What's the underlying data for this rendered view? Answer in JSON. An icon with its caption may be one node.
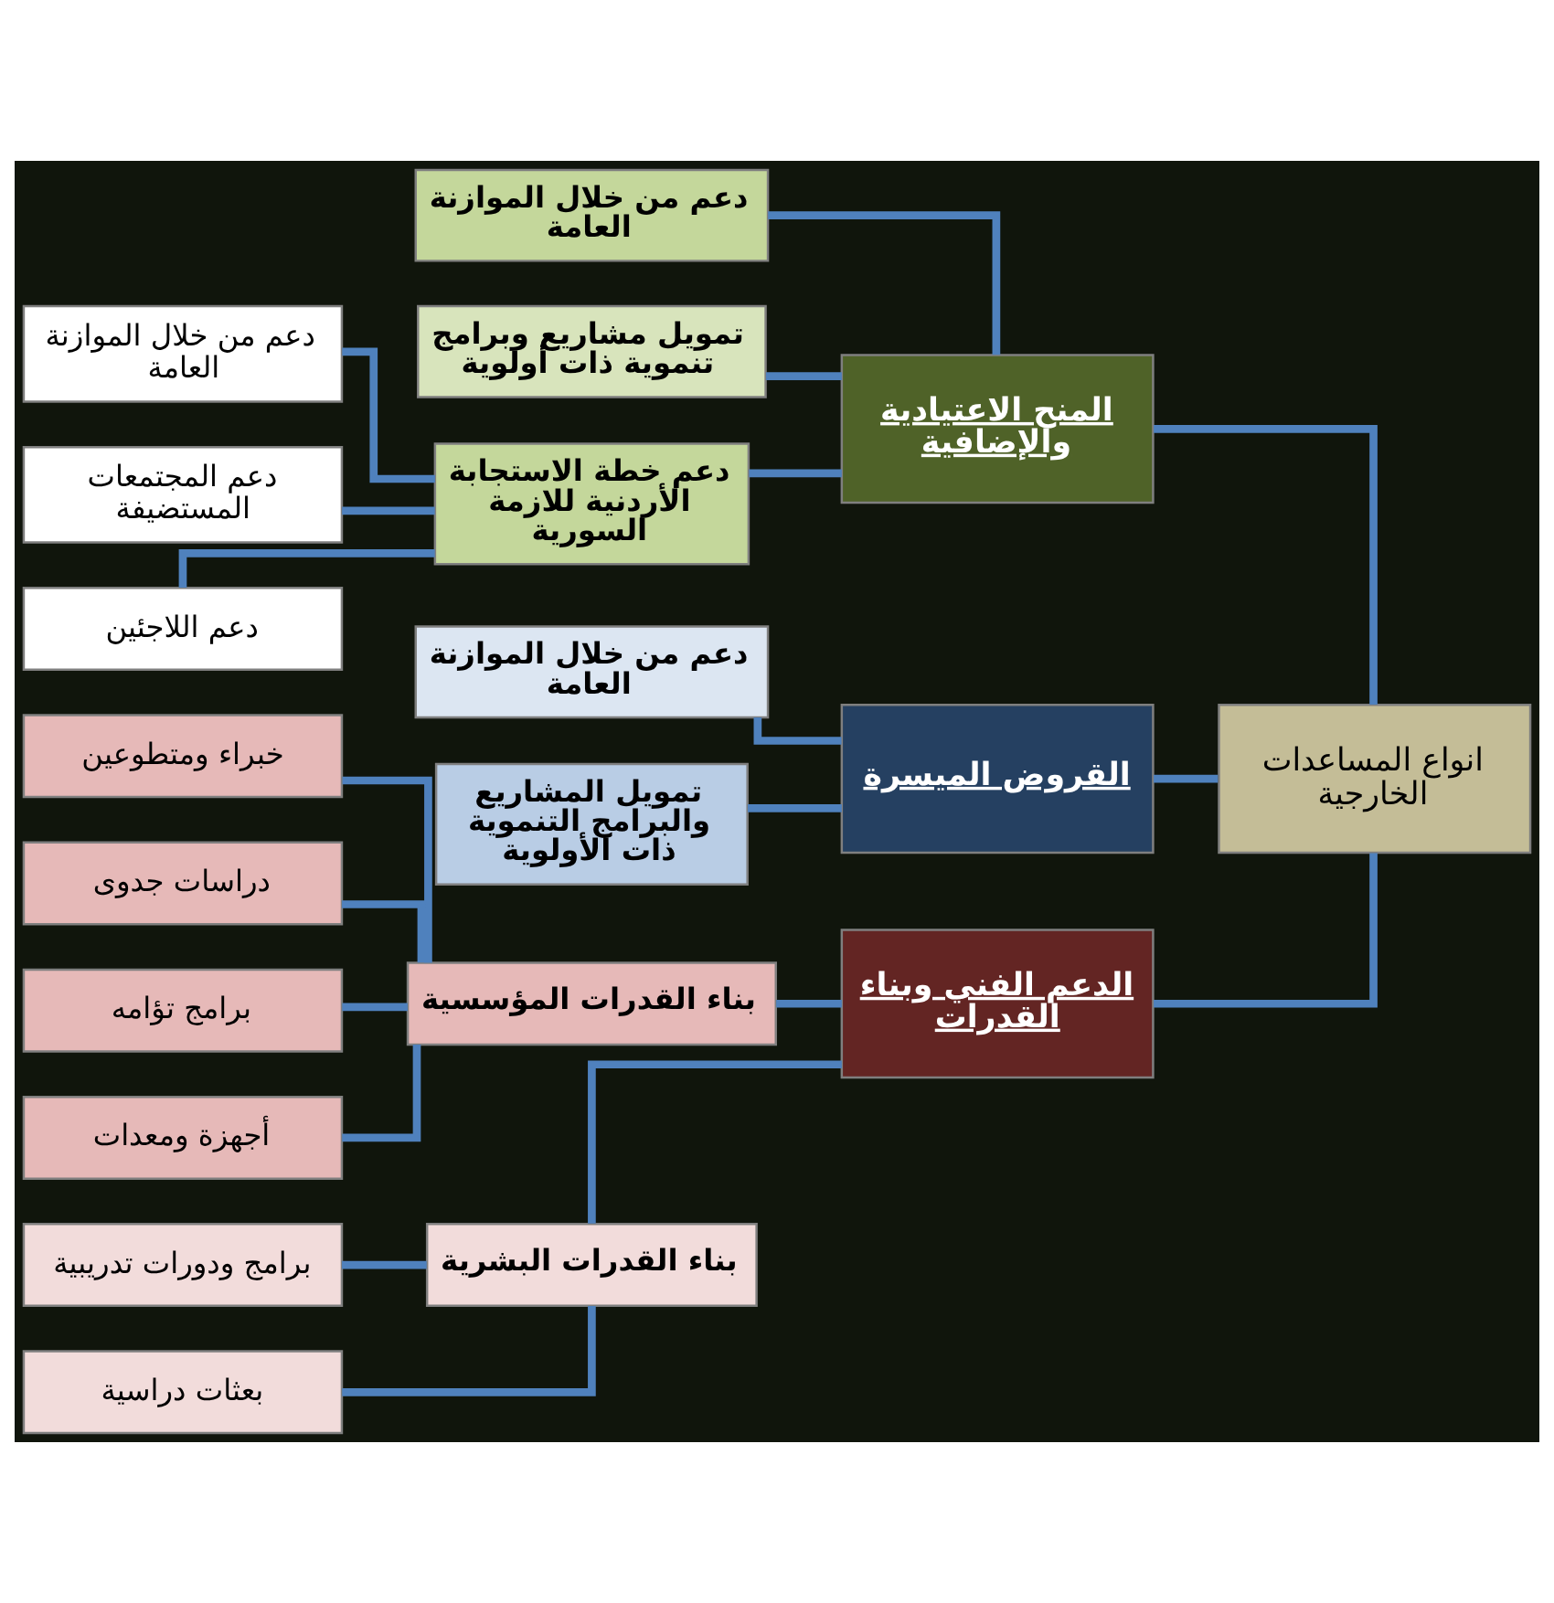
{
  "diagram": {
    "nodes": [
      {
        "text": [
          "انواع المساعدات الخارجية"
        ]
      },
      {
        "text": [
          "المنح الاعتيادية والإضافية"
        ]
      },
      {
        "text": [
          "دعم من خلال الموازنة العامة"
        ]
      },
      {
        "text": [
          "تمويل مشاريع وبرامج تنموية ذات أولوية"
        ]
      },
      {
        "text": [
          "دعم خطة الاستجابة الأردنية للازمة السورية"
        ]
      },
      {
        "text": [
          "دعم من خلال الموازنة العامة"
        ]
      },
      {
        "text": [
          "دعم المجتمعات المستضيفة"
        ]
      },
      {
        "text": [
          "دعم اللاجئين"
        ]
      },
      {
        "text": [
          "القروض الميسرة"
        ]
      },
      {
        "text": [
          "دعم من خلال الموازنة العامة"
        ]
      },
      {
        "text": [
          "تمويل المشاريع والبرامج التنموية ذات الأولوية"
        ]
      },
      {
        "text": [
          "الدعم الفني وبناء القدرات"
        ]
      },
      {
        "text": [
          "بناء القدرات المؤسسية"
        ]
      },
      {
        "text": [
          "خبراء ومتطوعين"
        ]
      },
      {
        "text": [
          "دراسات جدوى"
        ]
      },
      {
        "text": [
          "برامج تؤامه"
        ]
      },
      {
        "text": [
          "أجهزة ومعدات"
        ]
      },
      {
        "text": [
          "بناء القدرات البشرية"
        ]
      },
      {
        "text": [
          "برامج ودورات تدريبية"
        ]
      },
      {
        "text": [
          "بعثات دراسية"
        ]
      }
    ],
    "edges": [
      {
        "from": 0,
        "to": 1,
        "arrow": "none"
      },
      {
        "from": 0,
        "to": 8,
        "arrow": "none"
      },
      {
        "from": 0,
        "to": 11,
        "arrow": "none"
      },
      {
        "from": 1,
        "to": 2,
        "arrow": "none"
      },
      {
        "from": 1,
        "to": 3,
        "arrow": "none"
      },
      {
        "from": 1,
        "to": 4,
        "arrow": "none"
      },
      {
        "from": 4,
        "to": 5,
        "arrow": "none"
      },
      {
        "from": 4,
        "to": 6,
        "arrow": "none"
      },
      {
        "from": 4,
        "to": 7,
        "arrow": "none"
      },
      {
        "from": 8,
        "to": 9,
        "arrow": "none"
      },
      {
        "from": 8,
        "to": 10,
        "arrow": "none"
      },
      {
        "from": 11,
        "to": 12,
        "arrow": "none"
      },
      {
        "from": 11,
        "to": 17,
        "arrow": "none"
      },
      {
        "from": 12,
        "to": 13,
        "arrow": "none"
      },
      {
        "from": 12,
        "to": 14,
        "arrow": "none"
      },
      {
        "from": 12,
        "to": 15,
        "arrow": "none"
      },
      {
        "from": 12,
        "to": 16,
        "arrow": "none"
      },
      {
        "from": 17,
        "to": 18,
        "arrow": "none"
      },
      {
        "from": 17,
        "to": 19,
        "arrow": "none"
      }
    ]
  }
}
